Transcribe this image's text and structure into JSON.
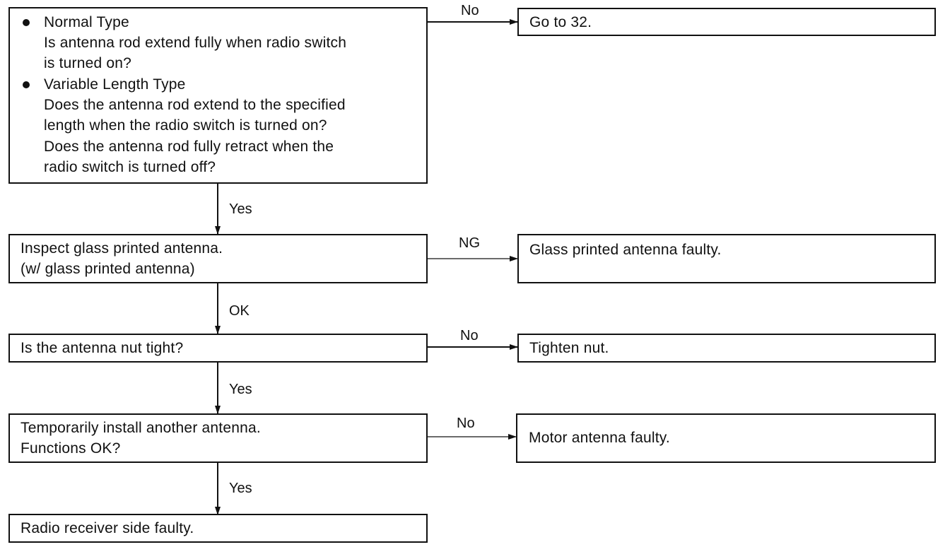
{
  "q1": {
    "normal_type": "Normal Type",
    "normal_q_line1": "Is antenna rod extend fully when radio switch",
    "normal_q_line2": "is turned on?",
    "variable_type": "Variable Length Type",
    "variable_q1_line1": "Does the antenna rod extend to the specified",
    "variable_q1_line2": "length when the radio switch is turned on?",
    "variable_q2_line1": "Does the antenna rod fully retract when the",
    "variable_q2_line2": "radio switch is turned off?"
  },
  "r1": {
    "no_label": "No",
    "result": "Go to 32."
  },
  "e1": {
    "yes_label": "Yes"
  },
  "q2": {
    "line1": "Inspect glass printed antenna.",
    "line2": "(w/ glass printed antenna)"
  },
  "r2": {
    "ng_label": "NG",
    "result": "Glass printed antenna faulty."
  },
  "e2": {
    "ok_label": "OK"
  },
  "q3": {
    "text": "Is the antenna nut tight?"
  },
  "r3": {
    "no_label": "No",
    "result": "Tighten nut."
  },
  "e3": {
    "yes_label": "Yes"
  },
  "q4": {
    "line1": "Temporarily install another antenna.",
    "line2": "Functions OK?"
  },
  "r4": {
    "no_label": "No",
    "result": "Motor antenna faulty."
  },
  "e4": {
    "yes_label": "Yes"
  },
  "q5": {
    "text": "Radio receiver side faulty."
  }
}
